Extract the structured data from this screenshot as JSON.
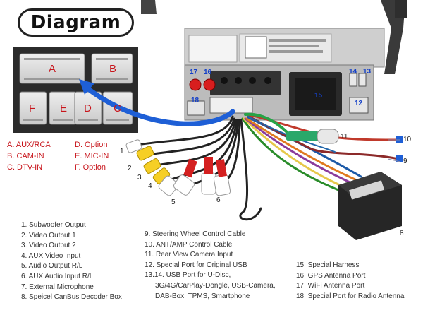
{
  "title": "Diagram",
  "plug_letters": [
    "A",
    "B",
    "F",
    "E",
    "D",
    "C"
  ],
  "connector_labels_left": [
    "A. AUX/RCA",
    "B. CAM-IN",
    "C. DTV-IN"
  ],
  "connector_labels_right": [
    "D. Option",
    "E. MIC-IN",
    "F. Option"
  ],
  "callout_numbers": [
    "1",
    "2",
    "3",
    "4",
    "5",
    "6",
    "7",
    "8",
    "9",
    "10",
    "11",
    "12",
    "13",
    "14",
    "15",
    "16",
    "17",
    "18"
  ],
  "legend_col1": [
    "1. Subwoofer Output",
    "2. Video Output 1",
    "3. Video Output 2",
    "4. AUX Video Input",
    "5. Audio Output R/L",
    "6. AUX Audio Input R/L",
    "7. External Microphone",
    "8. Speicel CanBus Decoder Box"
  ],
  "legend_col2": [
    "9. Steering Wheel Control Cable",
    "10. ANT/AMP Control Cable",
    "11. Rear View Camera Input",
    "12. Special Port for Original USB",
    "13.14. USB Port for U-Disc,",
    "3G/4G/CarPlay-Dongle, USB-Camera,",
    "DAB-Box, TPMS, Smartphone"
  ],
  "legend_col3": [
    "15. Special Harness",
    "16. GPS Antenna Port",
    "17. WiFi Antenna Port",
    "18. Special Port for Radio Antenna"
  ],
  "colors": {
    "accent_red": "#c8141b",
    "arrow_blue": "#1e5fd6",
    "text_dark": "#333333"
  }
}
